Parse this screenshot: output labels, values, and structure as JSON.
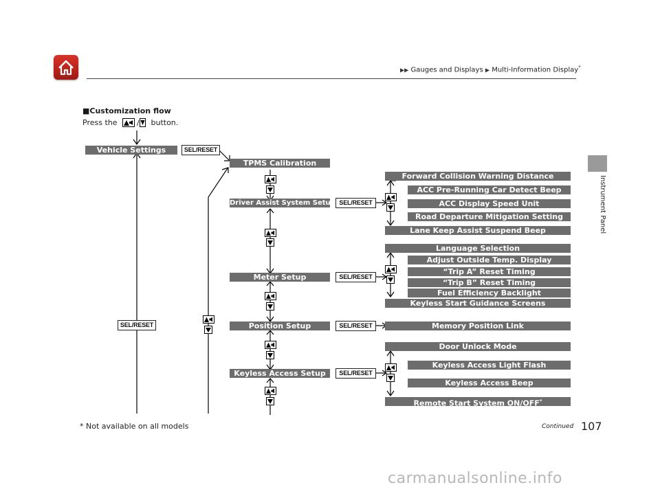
{
  "header": {
    "breadcrumb": [
      "Gauges and Displays",
      "Multi-Information Display"
    ],
    "breadcrumb_mark": "*",
    "side_tab": "Instrument Panel"
  },
  "section": {
    "title": "■Customization flow",
    "instruction_pre": "Press the",
    "instruction_sep": "/",
    "instruction_post": "button."
  },
  "buttons": {
    "sel_reset": "SEL/RESET"
  },
  "menu": {
    "vehicle_settings": "Vehicle Settings",
    "tpms": "TPMS Calibration",
    "driver_assist": "Driver Assist System Setup",
    "meter": "Meter Setup",
    "position": "Position Setup",
    "keyless": "Keyless Access Setup"
  },
  "driver_assist_items": [
    "Forward Collision Warning Distance",
    "ACC Pre-Running Car Detect Beep",
    "ACC Display Speed Unit",
    "Road Departure Mitigation Setting",
    "Lane Keep Assist Suspend Beep"
  ],
  "meter_items": [
    "Language Selection",
    "Adjust Outside Temp. Display",
    "“Trip A” Reset Timing",
    "“Trip B” Reset Timing",
    "Fuel Efficiency Backlight",
    "Keyless Start Guidance Screens"
  ],
  "position_items": [
    "Memory Position Link"
  ],
  "keyless_items": [
    "Door Unlock Mode",
    "Keyless Access Light Flash",
    "Keyless Access Beep",
    "Remote Start System ON/OFF"
  ],
  "remote_start_mark": "*",
  "footer": {
    "footnote": "* Not available on all models",
    "continued": "Continued",
    "page_number": "107"
  },
  "watermark": "carmanualsonline.info",
  "colors": {
    "box_fill": "#6d6d6d",
    "home_red": "#c4281f",
    "side_tab": "#9a9a9a"
  },
  "icons": [
    "home-icon",
    "volume-up-icon",
    "down-arrow-icon",
    "breadcrumb-triangle-icon"
  ]
}
